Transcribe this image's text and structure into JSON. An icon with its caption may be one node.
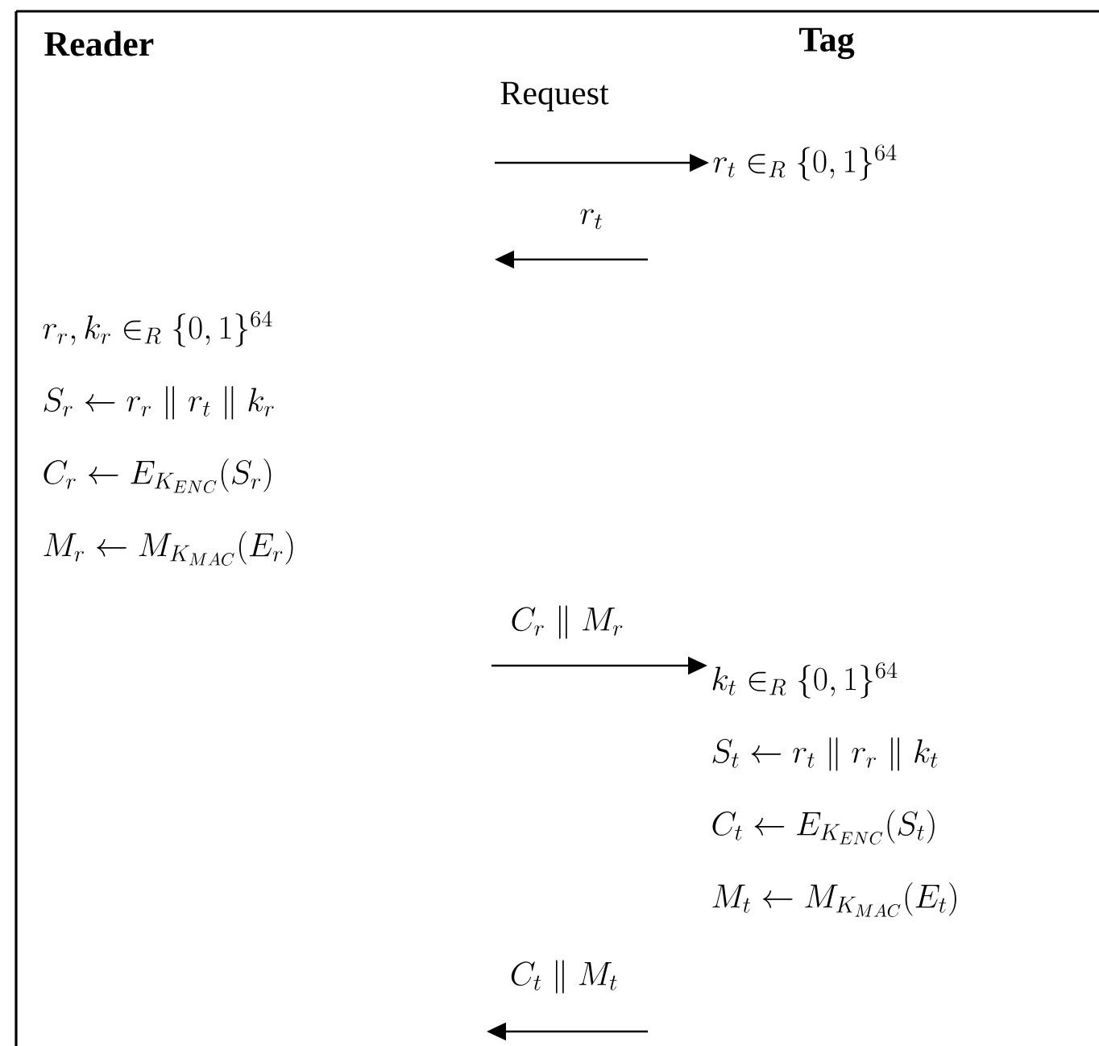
{
  "diagram": {
    "nodes": [
      {
        "text": [
          "Reader"
        ]
      },
      {
        "text": [
          "Tag"
        ]
      },
      {
        "text": [
          "r_{t} \\in_{R} \\{0,1\\}^{64}"
        ]
      },
      {
        "text": [
          "r_{r}, k_{r} \\in_{R} \\{0,1\\}^{64}",
          "S_{r} \\leftarrow r_{r} \\parallel r_{t} \\parallel k_{r}",
          "C_{r} \\leftarrow E_{K_{ENC}}(S_{r})",
          "M_{r} \\leftarrow M_{K_{MAC}}(E_{r})"
        ]
      },
      {
        "text": [
          "k_{t} \\in_{R} \\{0,1\\}^{64}",
          "S_{t} \\leftarrow r_{t} \\parallel r_{r} \\parallel k_{t}",
          "C_{t} \\leftarrow E_{K_{ENC}}(S_{t})",
          "M_{t} \\leftarrow M_{K_{MAC}}(E_{t})"
        ]
      }
    ],
    "edges": [
      {
        "from": null,
        "to": 2,
        "arrow": "to",
        "label": "Request"
      },
      {
        "from": null,
        "to": 4,
        "arrow": "to",
        "label": "C_{r} \\parallel M_{r}"
      }
    ],
    "labels": [
      "r_{t}",
      "C_{t} \\parallel M_{t}"
    ]
  }
}
